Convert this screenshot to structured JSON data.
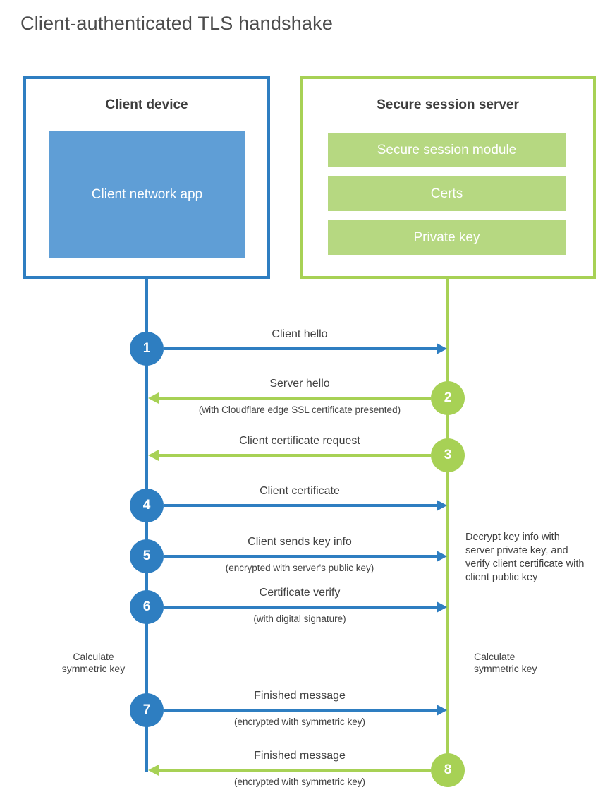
{
  "title": "Client-authenticated TLS handshake",
  "client_box": {
    "title": "Client device",
    "app_label": "Client network app"
  },
  "server_box": {
    "title": "Secure session server",
    "modules": [
      {
        "label": "Secure session module"
      },
      {
        "label": "Certs"
      },
      {
        "label": "Private key"
      }
    ]
  },
  "steps": [
    {
      "num": "1",
      "actor": "client",
      "direction": "right",
      "label": "Client hello",
      "sub": ""
    },
    {
      "num": "2",
      "actor": "server",
      "direction": "left",
      "label": "Server hello",
      "sub": "(with Cloudflare edge SSL certificate presented)"
    },
    {
      "num": "3",
      "actor": "server",
      "direction": "left",
      "label": "Client certificate request",
      "sub": ""
    },
    {
      "num": "4",
      "actor": "client",
      "direction": "right",
      "label": "Client certificate",
      "sub": ""
    },
    {
      "num": "5",
      "actor": "client",
      "direction": "right",
      "label": "Client sends key info",
      "sub": "(encrypted with server's public key)"
    },
    {
      "num": "6",
      "actor": "client",
      "direction": "right",
      "label": "Certificate verify",
      "sub": "(with digital signature)"
    },
    {
      "num": "7",
      "actor": "client",
      "direction": "right",
      "label": "Finished message",
      "sub": "(encrypted with symmetric key)"
    },
    {
      "num": "8",
      "actor": "server",
      "direction": "left",
      "label": "Finished message",
      "sub": "(encrypted with symmetric key)"
    }
  ],
  "annotations": {
    "decrypt_note": "Decrypt key info with server private key, and verify client certificate with client public key",
    "calc_left": "Calculate symmetric key",
    "calc_right": "Calculate symmetric key"
  },
  "colors": {
    "client_blue": "#2e7ec1",
    "client_blue_fill": "#5f9ed6",
    "server_green": "#a7d155",
    "server_green_fill": "#b6d881",
    "text": "#414141"
  }
}
